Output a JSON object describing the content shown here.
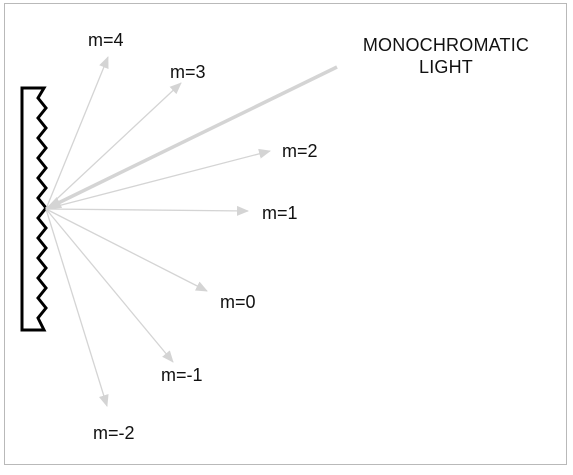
{
  "source": {
    "line1": "MONOCHROMATIC",
    "line2": "LIGHT"
  },
  "orders": [
    {
      "label": "m=4"
    },
    {
      "label": "m=3"
    },
    {
      "label": "m=2"
    },
    {
      "label": "m=1"
    },
    {
      "label": "m=0"
    },
    {
      "label": "m=-1"
    },
    {
      "label": "m=-2"
    }
  ],
  "colors": {
    "ray": "#d4d4d4",
    "grating": "#000000",
    "frame": "#b9b9b9"
  }
}
